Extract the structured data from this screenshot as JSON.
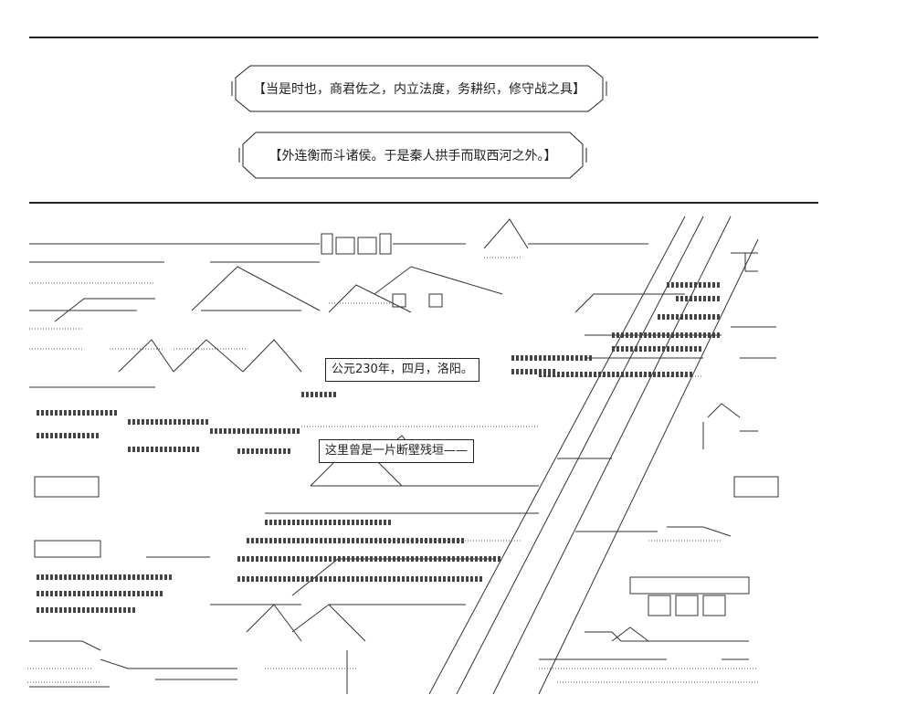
{
  "captions": [
    "【当是时也，商君佐之，内立法度，务耕织，修守战之具】",
    "【外连衡而斗诸侯。于是秦人拱手而取西河之外。】"
  ],
  "scene_labels": [
    "公元230年，四月，洛阳。",
    "这里曾是一片断壁残垣——"
  ],
  "colors": {
    "ink": "#222222",
    "background": "#ffffff"
  }
}
